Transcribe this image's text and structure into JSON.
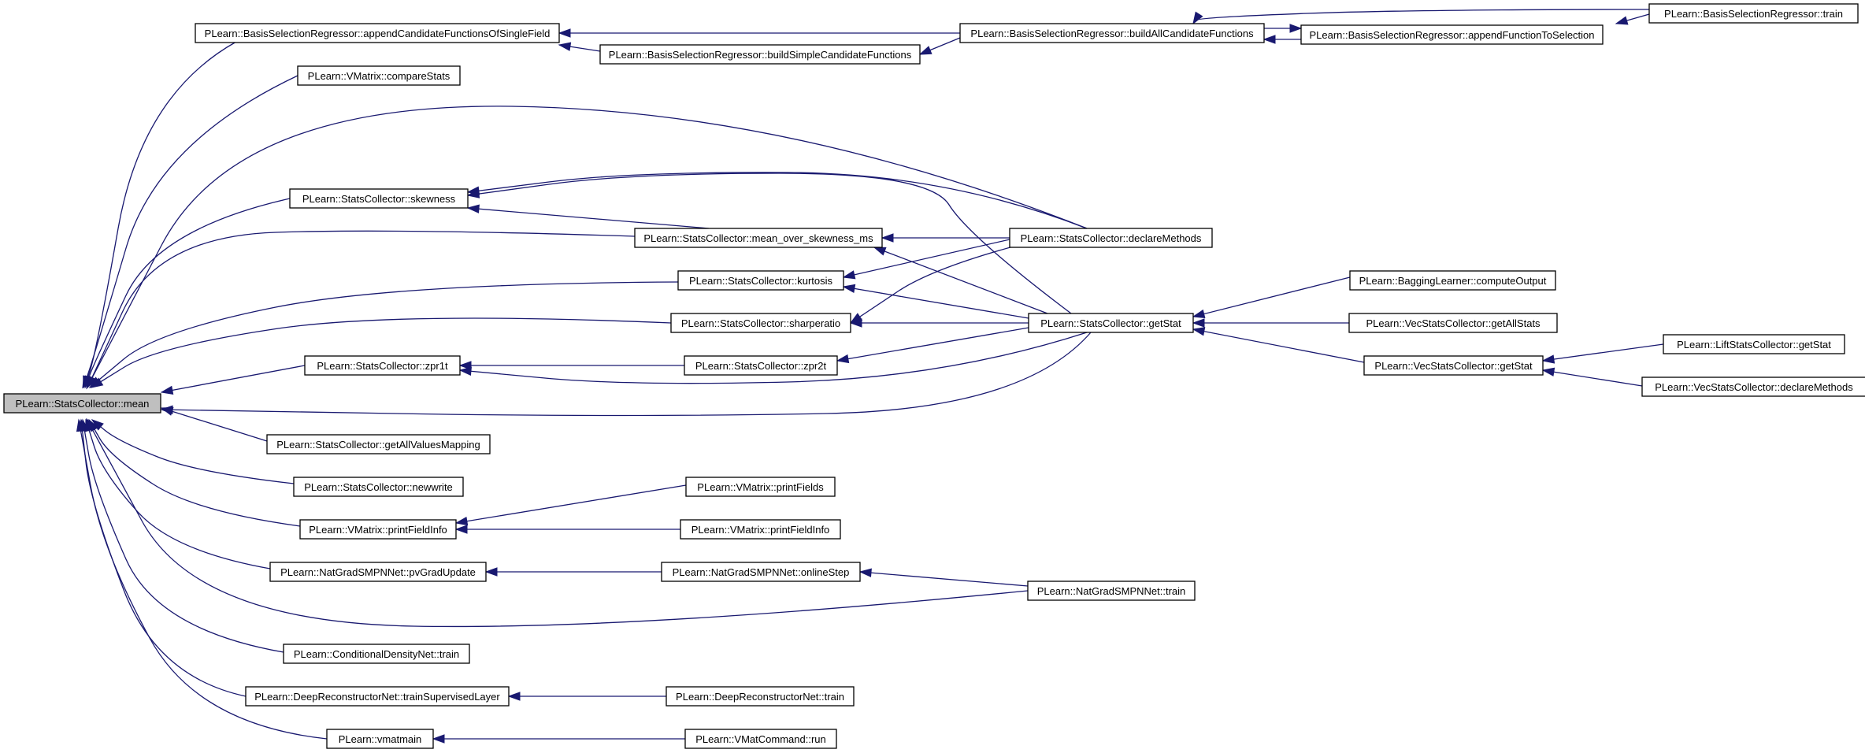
{
  "nodes": [
    {
      "id": "mean",
      "label": "PLearn::StatsCollector::mean",
      "root": true
    },
    {
      "id": "appendCand",
      "label": "PLearn::BasisSelectionRegressor::appendCandidateFunctionsOfSingleField"
    },
    {
      "id": "compareStats",
      "label": "PLearn::VMatrix::compareStats"
    },
    {
      "id": "skewness",
      "label": "PLearn::StatsCollector::skewness"
    },
    {
      "id": "meanOverSkew",
      "label": "PLearn::StatsCollector::mean_over_skewness_ms"
    },
    {
      "id": "kurtosis",
      "label": "PLearn::StatsCollector::kurtosis"
    },
    {
      "id": "sharperatio",
      "label": "PLearn::StatsCollector::sharperatio"
    },
    {
      "id": "zpr1t",
      "label": "PLearn::StatsCollector::zpr1t"
    },
    {
      "id": "zpr2t",
      "label": "PLearn::StatsCollector::zpr2t"
    },
    {
      "id": "getAllValuesMapping",
      "label": "PLearn::StatsCollector::getAllValuesMapping"
    },
    {
      "id": "newwrite",
      "label": "PLearn::StatsCollector::newwrite"
    },
    {
      "id": "printFieldInfo",
      "label": "PLearn::VMatrix::printFieldInfo"
    },
    {
      "id": "printFields",
      "label": "PLearn::VMatrix::printFields"
    },
    {
      "id": "printFieldInfo2",
      "label": "PLearn::VMatrix::printFieldInfo"
    },
    {
      "id": "pvGradUpdate",
      "label": "PLearn::NatGradSMPNNet::pvGradUpdate"
    },
    {
      "id": "onlineStep",
      "label": "PLearn::NatGradSMPNNet::onlineStep"
    },
    {
      "id": "ngTrain",
      "label": "PLearn::NatGradSMPNNet::train"
    },
    {
      "id": "condTrain",
      "label": "PLearn::ConditionalDensityNet::train"
    },
    {
      "id": "trainSupLayer",
      "label": "PLearn::DeepReconstructorNet::trainSupervisedLayer"
    },
    {
      "id": "deepTrain",
      "label": "PLearn::DeepReconstructorNet::train"
    },
    {
      "id": "vmatmain",
      "label": "PLearn::vmatmain"
    },
    {
      "id": "vmatRun",
      "label": "PLearn::VMatCommand::run"
    },
    {
      "id": "buildSimple",
      "label": "PLearn::BasisSelectionRegressor::buildSimpleCandidateFunctions"
    },
    {
      "id": "buildAll",
      "label": "PLearn::BasisSelectionRegressor::buildAllCandidateFunctions"
    },
    {
      "id": "appendFunc",
      "label": "PLearn::BasisSelectionRegressor::appendFunctionToSelection"
    },
    {
      "id": "bsrTrain",
      "label": "PLearn::BasisSelectionRegressor::train"
    },
    {
      "id": "declareMethods",
      "label": "PLearn::StatsCollector::declareMethods"
    },
    {
      "id": "getStat",
      "label": "PLearn::StatsCollector::getStat"
    },
    {
      "id": "baggingOutput",
      "label": "PLearn::BaggingLearner::computeOutput"
    },
    {
      "id": "vecGetAllStats",
      "label": "PLearn::VecStatsCollector::getAllStats"
    },
    {
      "id": "vecGetStat",
      "label": "PLearn::VecStatsCollector::getStat"
    },
    {
      "id": "liftGetStat",
      "label": "PLearn::LiftStatsCollector::getStat"
    },
    {
      "id": "vecDeclare",
      "label": "PLearn::VecStatsCollector::declareMethods"
    }
  ],
  "edges": [
    [
      "appendCand",
      "mean"
    ],
    [
      "compareStats",
      "mean"
    ],
    [
      "declareMethods",
      "mean"
    ],
    [
      "skewness",
      "mean"
    ],
    [
      "meanOverSkew",
      "mean"
    ],
    [
      "kurtosis",
      "mean"
    ],
    [
      "sharperatio",
      "mean"
    ],
    [
      "zpr1t",
      "mean"
    ],
    [
      "getStat",
      "mean"
    ],
    [
      "getAllValuesMapping",
      "mean"
    ],
    [
      "newwrite",
      "mean"
    ],
    [
      "printFieldInfo",
      "mean"
    ],
    [
      "pvGradUpdate",
      "mean"
    ],
    [
      "ngTrain",
      "mean"
    ],
    [
      "condTrain",
      "mean"
    ],
    [
      "trainSupLayer",
      "mean"
    ],
    [
      "vmatmain",
      "mean"
    ],
    [
      "buildAll",
      "appendCand"
    ],
    [
      "buildSimple",
      "appendCand"
    ],
    [
      "buildAll",
      "buildSimple"
    ],
    [
      "appendFunc",
      "buildAll"
    ],
    [
      "bsrTrain",
      "buildAll"
    ],
    [
      "buildAll",
      "appendFunc"
    ],
    [
      "bsrTrain",
      "appendFunc"
    ],
    [
      "declareMethods",
      "skewness"
    ],
    [
      "getStat",
      "skewness"
    ],
    [
      "meanOverSkew",
      "skewness"
    ],
    [
      "declareMethods",
      "meanOverSkew"
    ],
    [
      "getStat",
      "meanOverSkew"
    ],
    [
      "declareMethods",
      "kurtosis"
    ],
    [
      "getStat",
      "kurtosis"
    ],
    [
      "declareMethods",
      "sharperatio"
    ],
    [
      "getStat",
      "sharperatio"
    ],
    [
      "zpr2t",
      "zpr1t"
    ],
    [
      "getStat",
      "zpr1t"
    ],
    [
      "getStat",
      "zpr2t"
    ],
    [
      "baggingOutput",
      "getStat"
    ],
    [
      "vecGetAllStats",
      "getStat"
    ],
    [
      "vecGetStat",
      "getStat"
    ],
    [
      "liftGetStat",
      "vecGetStat"
    ],
    [
      "vecDeclare",
      "vecGetStat"
    ],
    [
      "printFields",
      "printFieldInfo"
    ],
    [
      "printFieldInfo2",
      "printFieldInfo"
    ],
    [
      "onlineStep",
      "pvGradUpdate"
    ],
    [
      "ngTrain",
      "onlineStep"
    ],
    [
      "deepTrain",
      "trainSupLayer"
    ],
    [
      "vmatRun",
      "vmatmain"
    ]
  ],
  "colors": {
    "edge": "#191970",
    "node_border": "#000000",
    "root_fill": "#bfbfbf",
    "node_fill": "#ffffff"
  }
}
